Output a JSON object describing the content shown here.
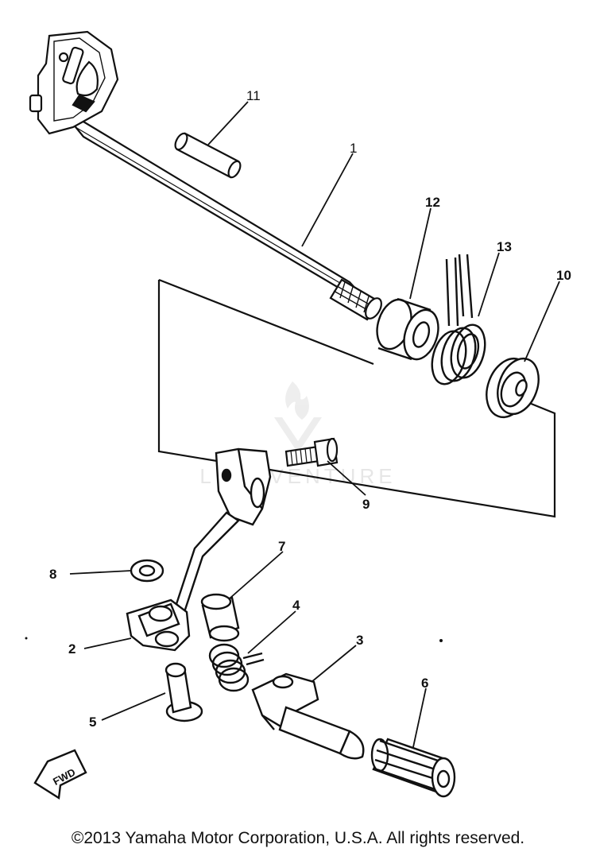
{
  "labels": {
    "p1": "1",
    "p2": "2",
    "p3": "3",
    "p4": "4",
    "p5": "5",
    "p6": "6",
    "p7": "7",
    "p8": "8",
    "p9": "9",
    "p10": "10",
    "p11": "11",
    "p12": "12",
    "p13": "13"
  },
  "fwd_label": "FWD",
  "watermark": "LEADVENTURE",
  "copyright": "©2013 Yamaha Motor Corporation, U.S.A. All rights reserved."
}
